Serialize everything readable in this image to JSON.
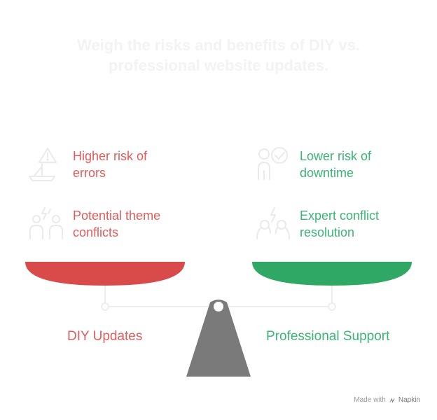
{
  "title": {
    "line1": "Weigh the risks and benefits of DIY vs.",
    "line2": "professional website updates."
  },
  "left": {
    "label": "DIY Updates",
    "items": [
      {
        "line1": "Higher risk of",
        "line2": "errors",
        "icon": "warning-sailboat-icon"
      },
      {
        "line1": "Potential theme",
        "line2": "conflicts",
        "icon": "conflict-people-icon"
      }
    ]
  },
  "right": {
    "label": "Professional Support",
    "items": [
      {
        "line1": "Lower risk of",
        "line2": "downtime",
        "icon": "person-check-icon"
      },
      {
        "line1": "Expert conflict",
        "line2": "resolution",
        "icon": "resolution-people-icon"
      }
    ]
  },
  "colors": {
    "left": "#e35b5b",
    "right": "#3bb574",
    "fulcrum": "#7a7a7a",
    "beam": "#eeeeee"
  },
  "footer": {
    "made_with": "Made with",
    "brand": "Napkin"
  }
}
